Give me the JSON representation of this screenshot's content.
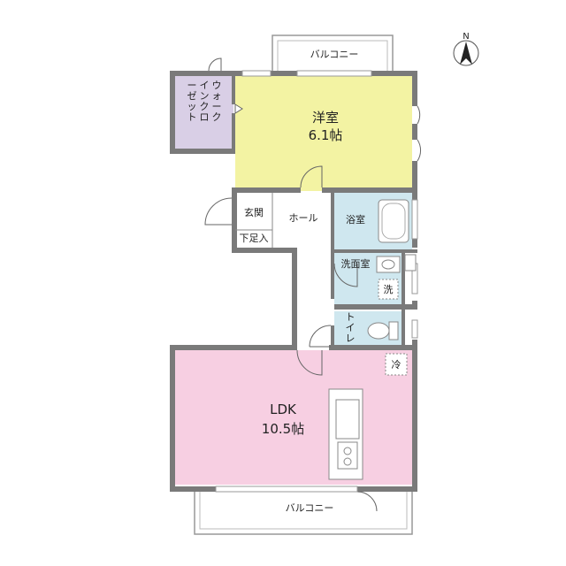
{
  "compass": {
    "label": "N"
  },
  "balconies": {
    "top": "バルコニー",
    "bottom": "バルコニー"
  },
  "rooms": {
    "western": {
      "name": "洋室",
      "size": "6.1帖",
      "color": "#f3f3a3"
    },
    "walkin": {
      "lines": [
        "ウォーク",
        "インクロ",
        "ーゼット"
      ],
      "color": "#d9cfe6"
    },
    "entrance": {
      "name": "玄関"
    },
    "shoe": {
      "name": "下足入"
    },
    "hall": {
      "name": "ホール"
    },
    "bath": {
      "name": "浴室",
      "color": "#cfe7ef"
    },
    "wash": {
      "name": "洗面室",
      "color": "#cfe7ef"
    },
    "washer": {
      "name": "洗"
    },
    "toilet": {
      "name": "トイレ",
      "color": "#cfe7ef"
    },
    "ldk": {
      "name": "LDK",
      "size": "10.5帖",
      "color": "#f7cfe2"
    },
    "fridge": {
      "name": "冷"
    }
  },
  "colors": {
    "wall": "#7a7a7a",
    "line": "#8a8a8a"
  }
}
